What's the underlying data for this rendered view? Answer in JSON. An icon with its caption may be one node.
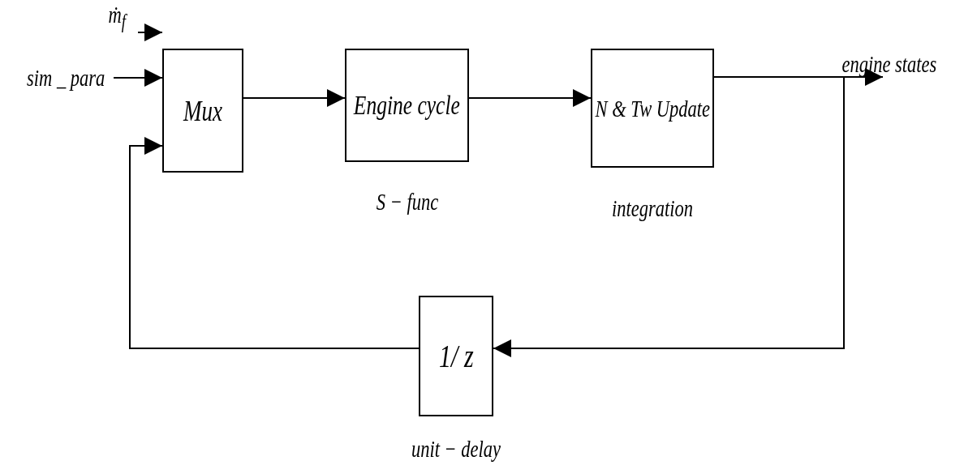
{
  "diagram": {
    "nodes": [
      {
        "text": [
          "Mux"
        ]
      },
      {
        "text": [
          "Engine cycle"
        ],
        "beside": [
          "S − func"
        ]
      },
      {
        "text": [
          "N & Tw Update"
        ],
        "beside": [
          "integration"
        ]
      },
      {
        "text": [
          "1/ z"
        ],
        "beside": [
          "unit − delay"
        ]
      },
      {
        "text": [
          "ṁ$_{f}$"
        ]
      },
      {
        "text": [
          "sim _ para"
        ]
      },
      {
        "text": [
          "engine states"
        ]
      }
    ],
    "edges": [
      {
        "from": 4,
        "to": 0,
        "arrow": "to"
      },
      {
        "from": 5,
        "to": 0,
        "arrow": "to"
      },
      {
        "from": 0,
        "to": 1,
        "arrow": "to"
      },
      {
        "from": 1,
        "to": 2,
        "arrow": "to"
      },
      {
        "from": 2,
        "to": 6,
        "arrow": "to"
      },
      {
        "from": 2,
        "to": 3,
        "arrow": "to"
      },
      {
        "from": 3,
        "to": 0,
        "arrow": "to"
      }
    ]
  }
}
